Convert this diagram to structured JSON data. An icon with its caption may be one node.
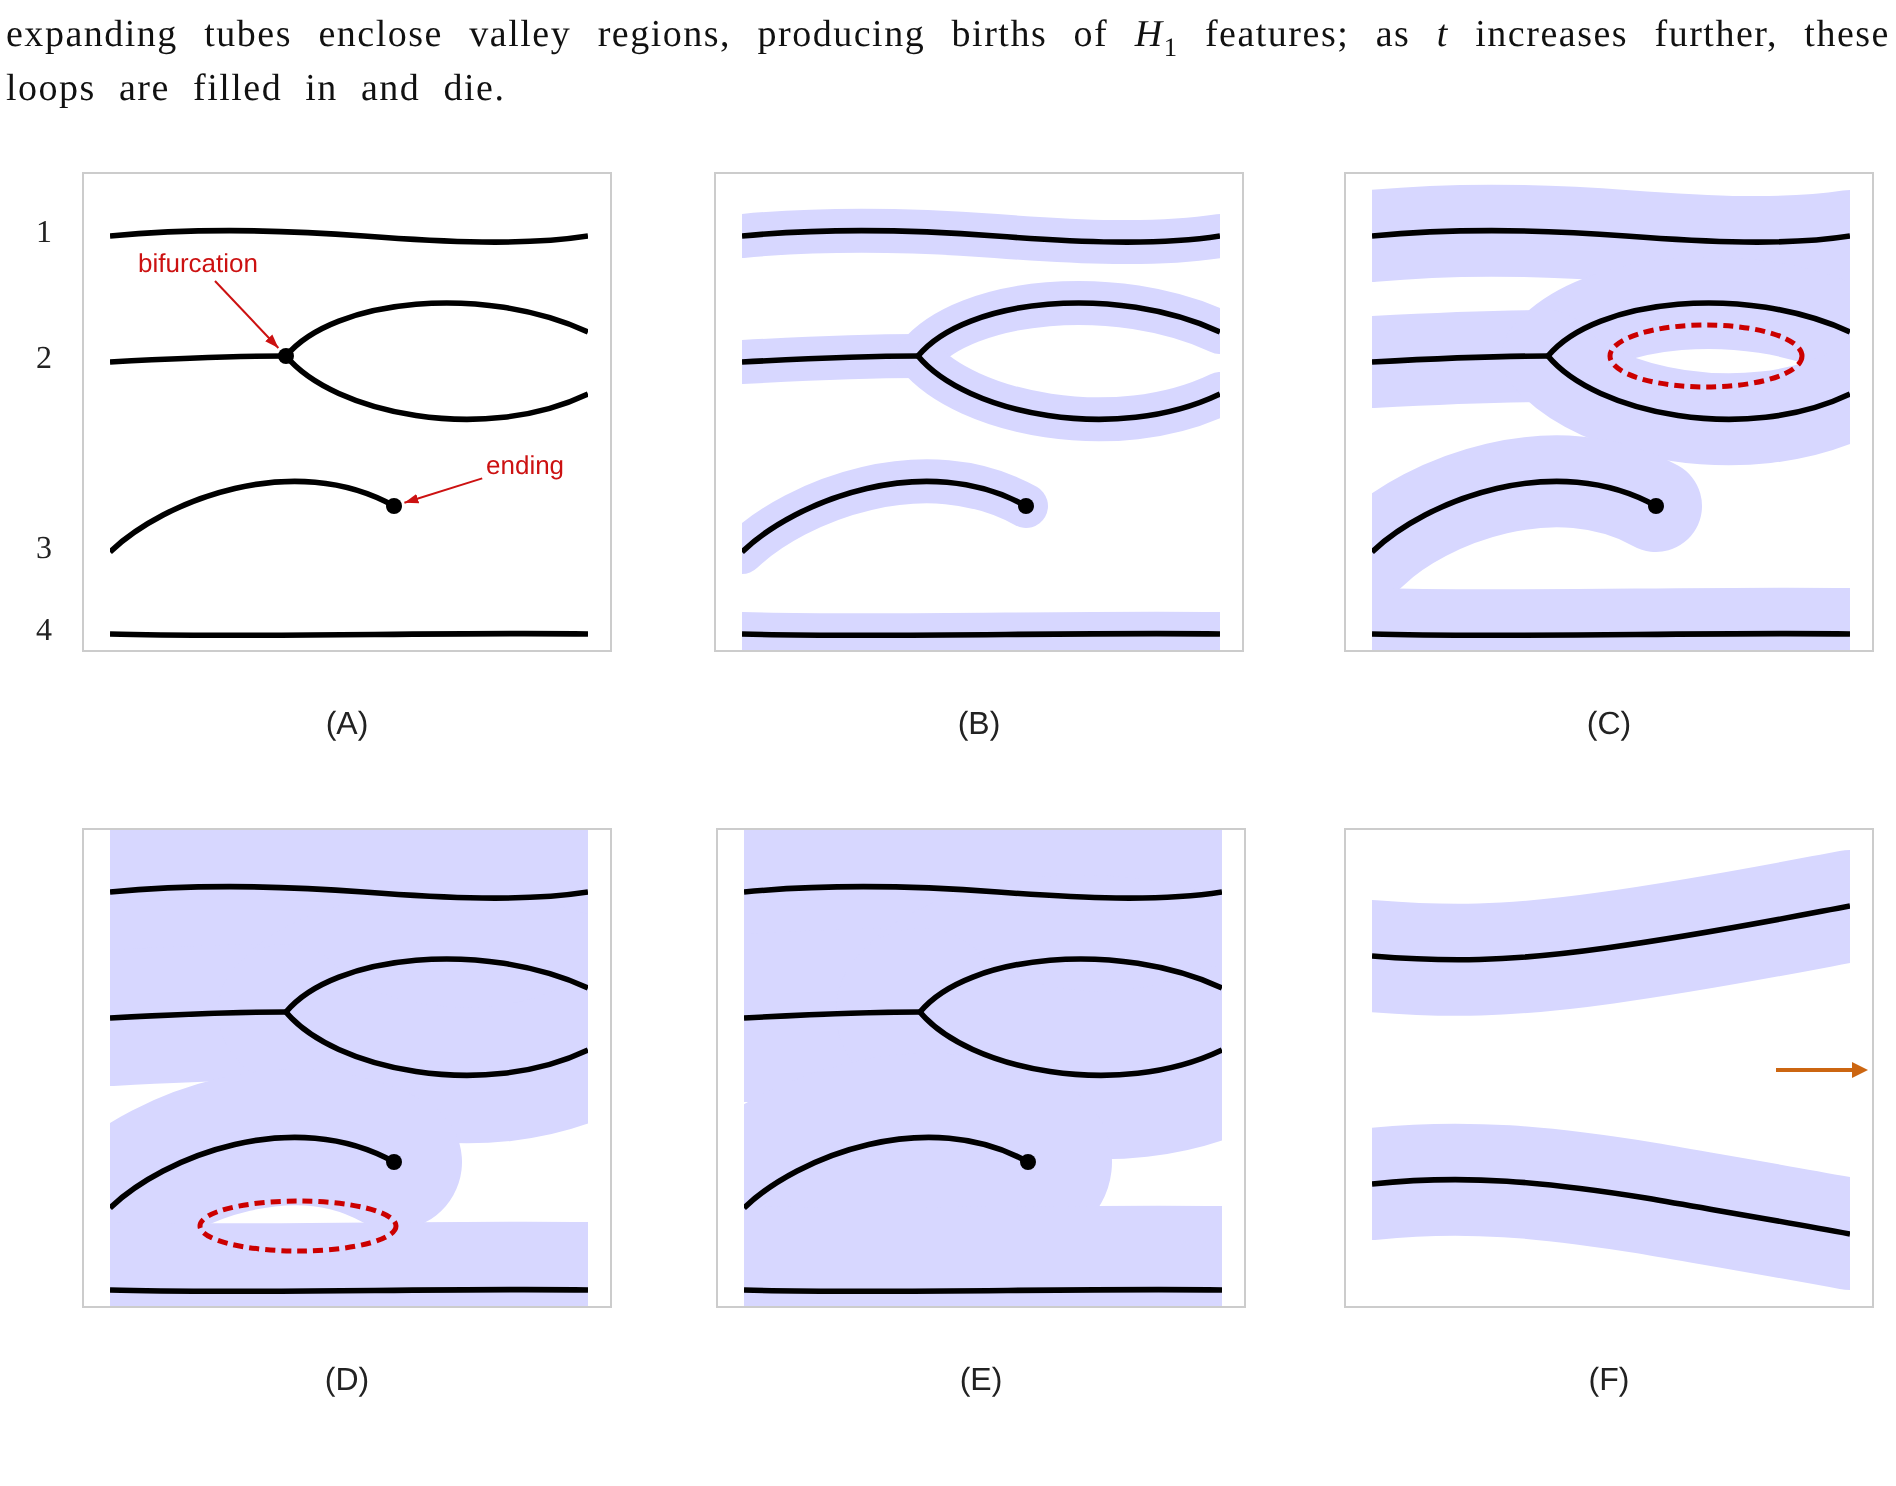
{
  "diagram": {
    "nodes": [
      {
        "text": [
          "(A)"
        ]
      },
      {
        "text": [
          "bifurcation"
        ],
        "in": 0
      },
      {
        "text": [],
        "shape": "circle",
        "in": 0
      },
      {
        "text": [
          "ending"
        ],
        "in": 0
      },
      {
        "text": [],
        "shape": "circle",
        "in": 0
      },
      {
        "text": [
          "(B)"
        ]
      },
      {
        "text": [
          "(C)"
        ]
      },
      {
        "text": [
          "(D)"
        ]
      },
      {
        "text": [
          "(E)"
        ]
      },
      {
        "text": [
          "(F)"
        ]
      }
    ],
    "edges": [
      {
        "from": 1,
        "to": 2,
        "arrow": "to"
      },
      {
        "from": 3,
        "to": 4,
        "arrow": "to"
      }
    ],
    "labels": [
      "expanding tubes enclose valley regions, producing births of *H*$_{1}$ features; as *t* increases further, these loops are filled in and die.",
      "1",
      "2",
      "3",
      "4"
    ]
  }
}
